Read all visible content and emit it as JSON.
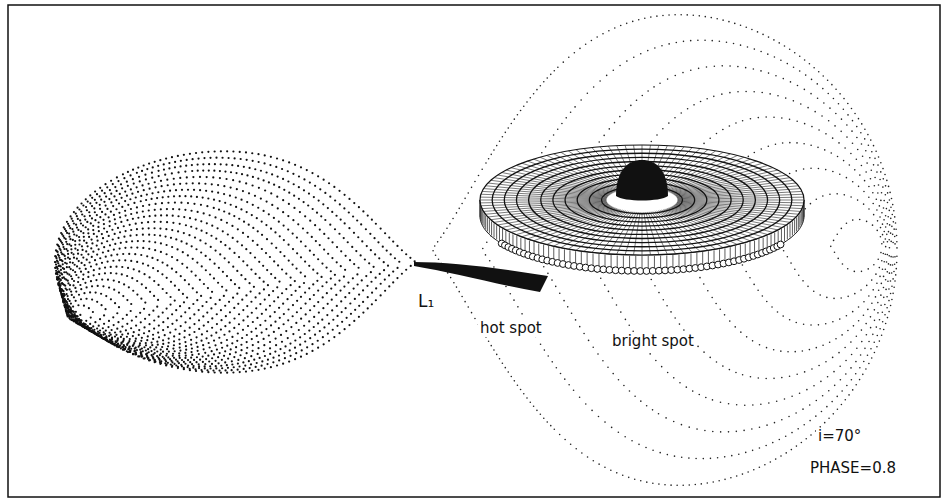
{
  "diagram": {
    "labels": [
      "L₁",
      "hot spot",
      "bright spot",
      "i=70°",
      "PHASE=0.8"
    ]
  }
}
